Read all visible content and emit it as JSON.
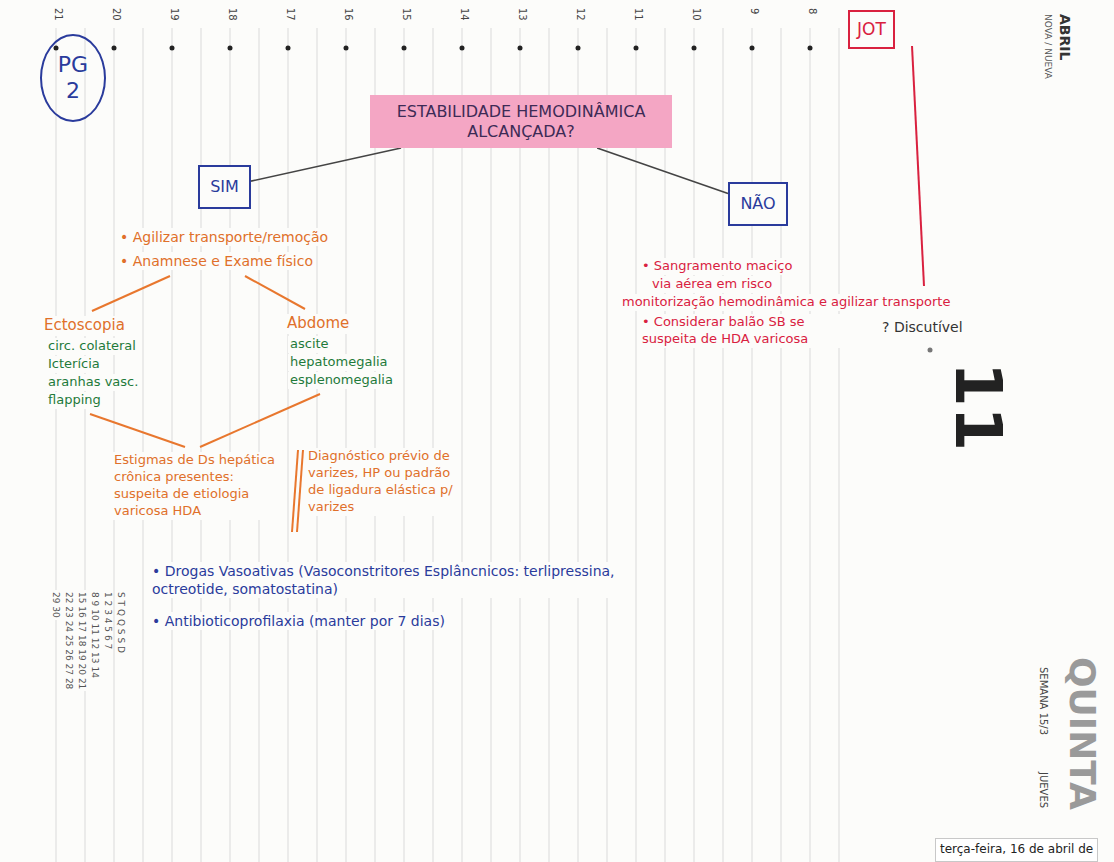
{
  "diagram": {
    "nodes": [
      {
        "text": [
          "PG 2"
        ]
      },
      {
        "text": [
          "JOT"
        ]
      },
      {
        "text": [
          "ESTABILIDADE HEMODINÂMICA ALCANÇADA?"
        ]
      },
      {
        "text": [
          "SIM"
        ]
      },
      {
        "text": [
          "NÃO"
        ]
      }
    ],
    "edges": [
      {
        "from": 2,
        "to": 3,
        "arrow": "none"
      },
      {
        "from": 2,
        "to": 4,
        "arrow": "none"
      }
    ],
    "labels": [
      "ABRIL",
      "NOVA / NUEVA",
      "21",
      "20",
      "19",
      "18",
      "17",
      "16",
      "15",
      "14",
      "13",
      "12",
      "11",
      "10",
      "9",
      "8",
      "11",
      "QUINTA",
      "JUEVES",
      "SEMANA 15/3",
      "terça-feira, 16 de abril de",
      "• Agilizar transporte/remoção",
      "• Anamnese e Exame físico",
      "Ectoscopia",
      "circ. colateral",
      "Icterícia",
      "aranhas vasc.",
      "flapping",
      "Abdome",
      "ascite",
      "hepatomegalia",
      "esplenomegalia",
      "Estigmas de Ds hepática crônica presentes: suspeita de etiologia varicosa HDA",
      "Diagnóstico prévio de varizes, HP ou padrão de ligadura elástica p/ varizes",
      "• Drogas Vasoativas (Vasoconstritores Esplâncnicos: terlipressina, octreotide, somatostatina)",
      "• Antibioticoprofilaxia (manter por 7 dias)",
      "• Sangramento maciço",
      "via aérea em risco",
      "monitorização hemodinâmica e agilizar transporte",
      "• Considerar balão SB se suspeita de HDA varicosa",
      "? Discutível",
      "S T Q Q S S D",
      "1 2 3 4 5 6 7",
      "8 9 10 11 12 13 14",
      "15 16 17 18 19 20 21",
      "22 23 24 25 26 27 28",
      "29 30"
    ]
  }
}
